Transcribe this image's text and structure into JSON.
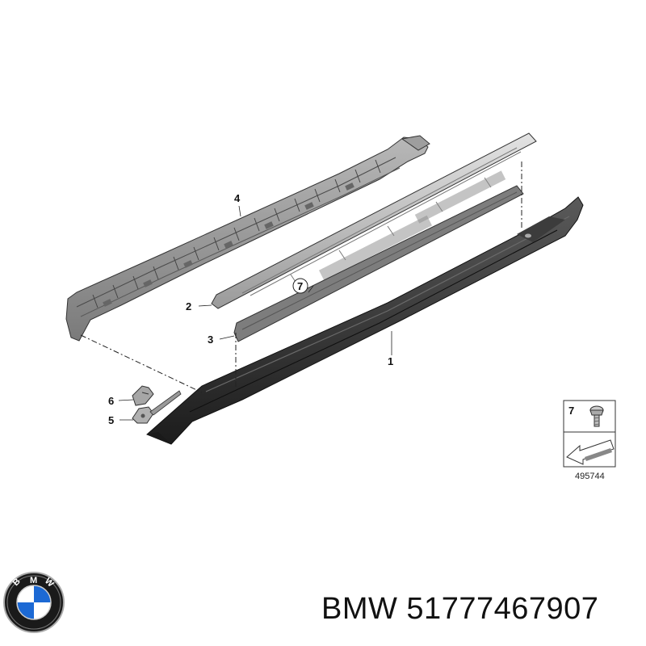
{
  "callouts": [
    {
      "id": "1",
      "label": "1"
    },
    {
      "id": "2",
      "label": "2"
    },
    {
      "id": "3",
      "label": "3"
    },
    {
      "id": "4",
      "label": "4"
    },
    {
      "id": "5",
      "label": "5"
    },
    {
      "id": "6",
      "label": "6"
    },
    {
      "id": "7",
      "label": "7"
    }
  ],
  "legend": {
    "item_label": "7",
    "diagram_code": "495744"
  },
  "brand": {
    "logo_letters": [
      "B",
      "M",
      "W"
    ]
  },
  "caption": {
    "text": "BMW 51777467907"
  },
  "colors": {
    "bmw_blue": "#1c69d4",
    "part_dark": "#2e2e2e",
    "part_gray": "#8c8c8c",
    "part_light": "#c4c4c4"
  }
}
